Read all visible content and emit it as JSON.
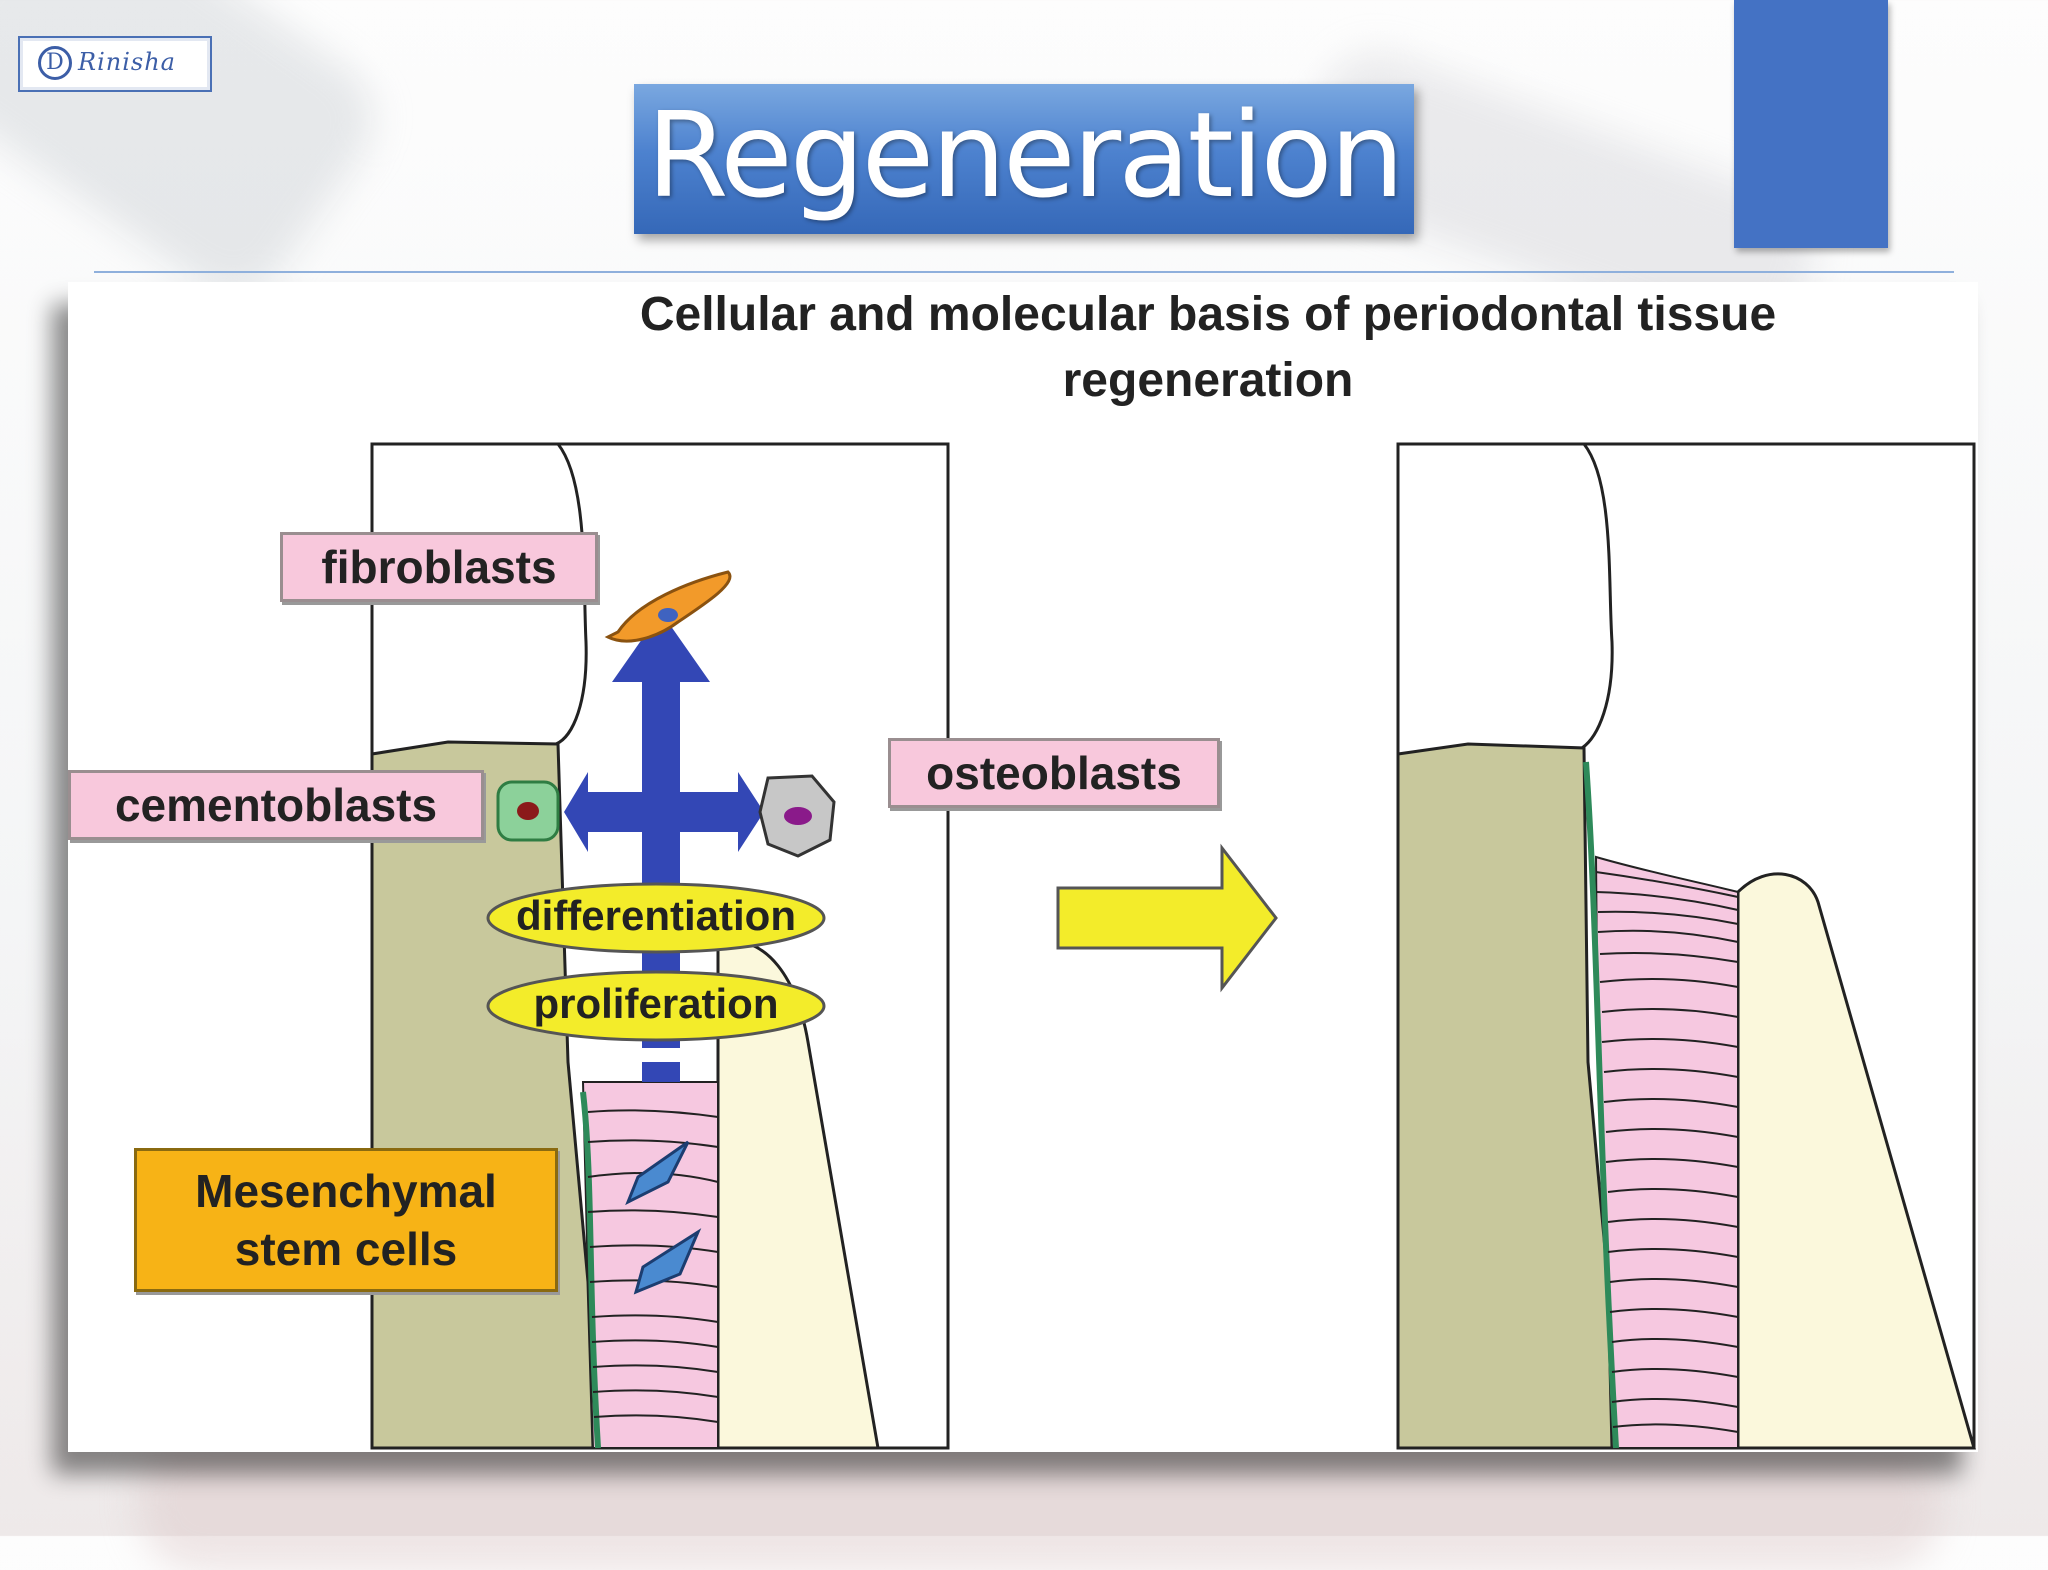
{
  "slide": {
    "title": "Regeneration",
    "logo_text": "Rinisha",
    "logo_letter": "D",
    "accent_color": "#4472c4"
  },
  "figure": {
    "title_line1": "Cellular and molecular basis of periodontal tissue",
    "title_line2": "regeneration",
    "labels": {
      "fibroblasts": "fibroblasts",
      "cementoblasts": "cementoblasts",
      "osteoblasts": "osteoblasts",
      "differentiation": "differentiation",
      "proliferation": "proliferation",
      "msc_line1": "Mesenchymal",
      "msc_line2": "stem cells"
    },
    "colors": {
      "cementum": "#c8c89c",
      "bone": "#fbf8dc",
      "ligament": "#f6c8e0",
      "arrow": "#3347b5",
      "transition_arrow": "#f3ec2a",
      "label_bg": "#f8c8dc",
      "msc_bg": "#f7b316"
    }
  }
}
